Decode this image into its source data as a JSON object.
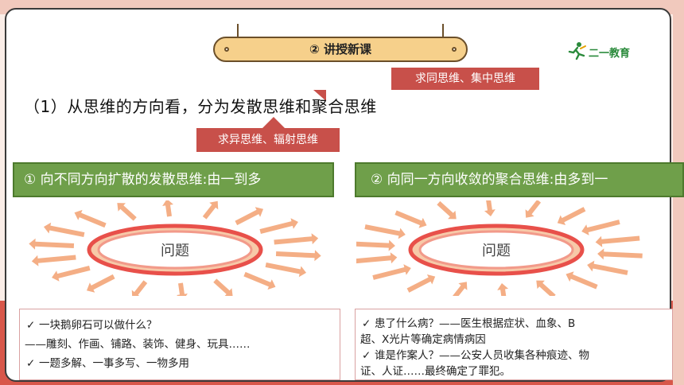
{
  "section_badge": {
    "title": "② 讲授新课"
  },
  "logo": {
    "text": "二一教育"
  },
  "callouts": {
    "convergent": "求同思维、集中思维",
    "divergent": "求异思维、辐射思维"
  },
  "heading": "（1）从思维的方向看，分为发散思维和聚合思维",
  "panels": {
    "divergent": {
      "title": "① 向不同方向扩散的发散思维:由一到多",
      "center_label": "问题",
      "examples": [
        {
          "check": true,
          "text": "一块鹅卵石可以做什么？"
        },
        {
          "check": false,
          "text": "——雕刻、作画、铺路、装饰、健身、玩具……"
        },
        {
          "check": true,
          "text": "一题多解、一事多写、一物多用"
        }
      ]
    },
    "convergent": {
      "title": "② 向同一方向收敛的聚合思维:由多到一",
      "center_label": "问题",
      "examples": [
        {
          "check": true,
          "text": "患了什么病？——医生根据症状、血象、B"
        },
        {
          "check": false,
          "text": "超、X光片等确定病情病因"
        },
        {
          "check": true,
          "text": "谁是作案人？——公安人员收集各种痕迹、物"
        },
        {
          "check": false,
          "text": "证、人证……最终确定了罪犯。"
        }
      ]
    }
  },
  "colors": {
    "accent_red": "#c8504a",
    "green": "#6f9f4a",
    "badge_yellow": "#f6d08b",
    "arrow_orange": "#f2a070"
  },
  "icons": {
    "check": "check-icon",
    "runner": "runner-logo-icon"
  }
}
